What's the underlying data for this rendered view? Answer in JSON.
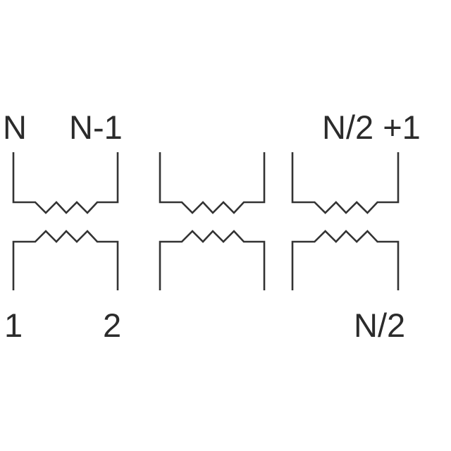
{
  "labels": {
    "top_left_a": "N",
    "top_left_b": "N-1",
    "top_right": "N/2 +1",
    "bottom_left_a": "1",
    "bottom_left_b": "2",
    "bottom_right": "N/2"
  },
  "colors": {
    "line": "#333333",
    "text": "#2b2b2b"
  }
}
